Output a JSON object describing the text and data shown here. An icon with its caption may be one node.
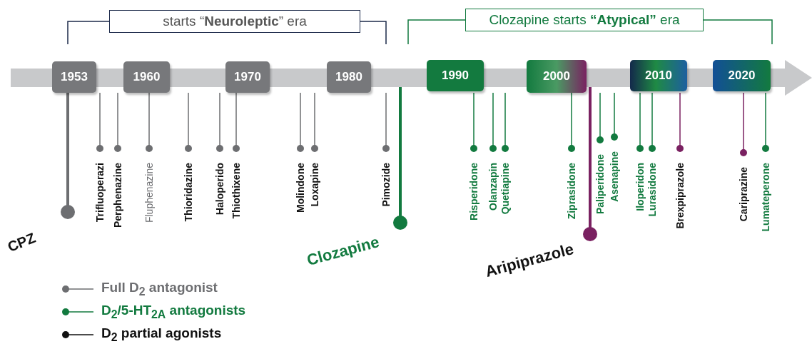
{
  "diagram": {
    "nodes": [
      {
        "text": [
          "starts “**Neuroleptic**” era"
        ]
      },
      {
        "text": [
          "Clozapine starts **“Atypical”** era"
        ]
      },
      {
        "text": [
          "1953"
        ]
      },
      {
        "text": [
          "1960"
        ]
      },
      {
        "text": [
          "1970"
        ]
      },
      {
        "text": [
          "1980"
        ]
      },
      {
        "text": [
          "1990"
        ]
      },
      {
        "text": [
          "2000"
        ]
      },
      {
        "text": [
          "2010"
        ]
      },
      {
        "text": [
          "2020"
        ]
      }
    ],
    "labels": [
      "CPZ",
      "Trifluoperazi",
      "Perphenazine",
      "Fluphenazine",
      "Thioridazine",
      "Haloperido",
      "Thiothixene",
      "Molindone",
      "Loxapine",
      "Pimozide",
      "Clozapine",
      "Risperidone",
      "Olanzapin",
      "Quetiapine",
      "Ziprasidone",
      "Aripiprazole",
      "Paliperidone",
      "Asenapine",
      "Iloperidon",
      "Lurasidone",
      "Brexpiprazole",
      "Cariprazine",
      "Lumateperone"
    ],
    "legend": [
      {
        "text": "Full D$_{2}$  antagonist"
      },
      {
        "text": "D$_{2}$/5-HT$_{2A}$ antagonists"
      },
      {
        "text": "D$_{2}$ partial agonists"
      }
    ]
  }
}
